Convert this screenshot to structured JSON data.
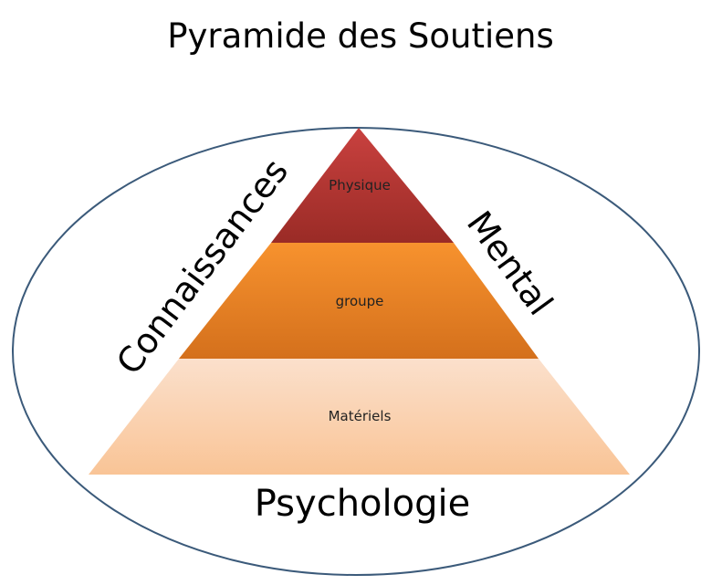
{
  "title": "Pyramide des Soutiens",
  "tiers": [
    {
      "label": "Physique",
      "color_top": "#c9413f",
      "color_bottom": "#9a2b26"
    },
    {
      "label": "groupe",
      "color_top": "#f7922e",
      "color_bottom": "#d4701c"
    },
    {
      "label": "Matériels",
      "color_top": "#fbe0cc",
      "color_bottom": "#f9c496"
    }
  ],
  "side_labels": {
    "left": "Connaissances",
    "right": "Mental",
    "bottom": "Psychologie"
  },
  "colors": {
    "ellipse": "#3b5a7a",
    "text": "#000000"
  }
}
